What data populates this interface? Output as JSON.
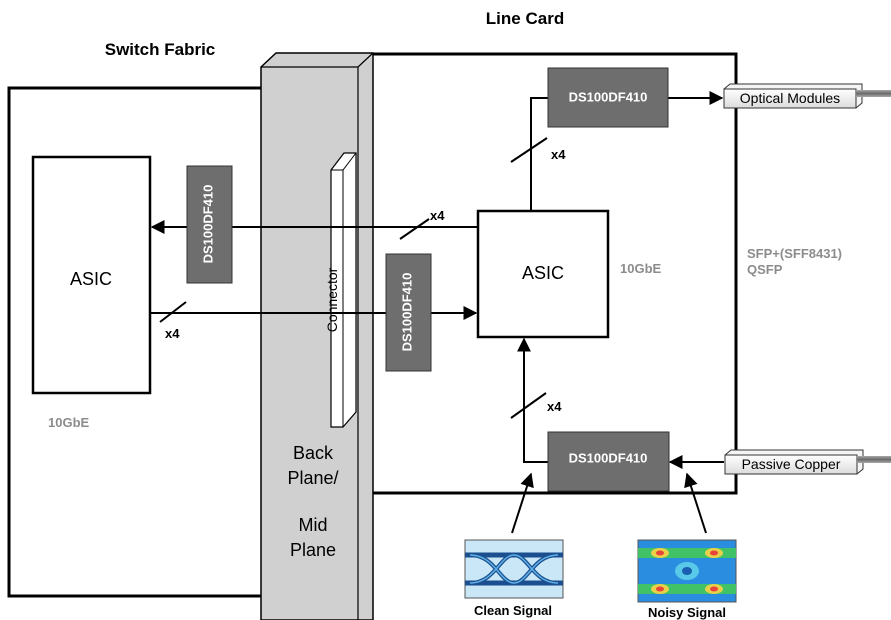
{
  "titles": {
    "switch_fabric": "Switch Fabric",
    "line_card": "Line Card"
  },
  "asic_label": "ASIC",
  "redriver_label": "DS100DF410",
  "connector_label": "Connector",
  "lane_label": "x4",
  "speed_label": "10GbE",
  "backplane": {
    "lines": [
      "Back",
      "Plane/",
      "Mid",
      "Plane"
    ]
  },
  "interfaces": {
    "line1": "SFP+(SFF8431)",
    "line2": "QSFP"
  },
  "modules": {
    "optical": "Optical Modules",
    "copper": "Passive Copper"
  },
  "eye_captions": {
    "clean": "Clean Signal",
    "noisy": "Noisy Signal"
  },
  "colors": {
    "redriver_fill": "#6e6e6e",
    "backplane_fill": "#d0d0d0",
    "gray_label": "#8c8c8c",
    "eye_clean_bg": "#c9e7f7",
    "eye_clean_trace": "#1c4f8f",
    "eye_noisy_bg": "#2b8de0"
  }
}
